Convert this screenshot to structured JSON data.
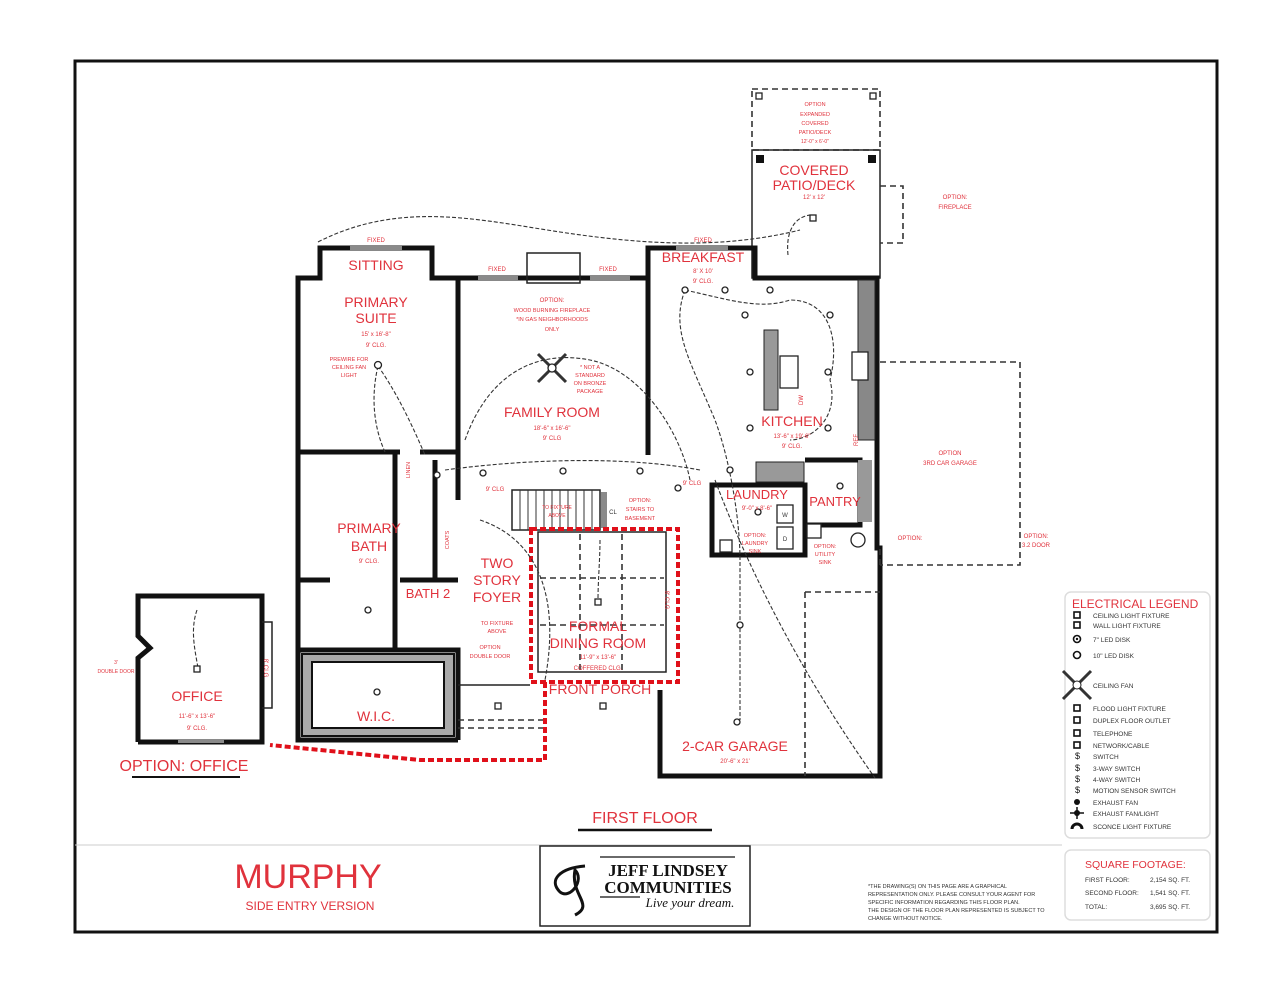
{
  "plan": {
    "title": "MURPHY",
    "subtitle": "SIDE ENTRY VERSION",
    "floor_label": "FIRST FLOOR",
    "option_office_label": "OPTION: OFFICE"
  },
  "rooms": {
    "sitting": {
      "name": "SITTING"
    },
    "primary_suite": {
      "name1": "PRIMARY",
      "name2": "SUITE",
      "dims": "15' x 16'-8\"",
      "clg": "9' CLG.",
      "note": [
        "PREWIRE FOR",
        "CEILING FAN",
        "LIGHT"
      ]
    },
    "family_room": {
      "name": "FAMILY ROOM",
      "dims": "18'-6\" x 16'-6\"",
      "clg": "9' CLG",
      "fireplace_note": [
        "OPTION:",
        "WOOD BURNING FIREPLACE",
        "*IN GAS NEIGHBORHOODS",
        "ONLY"
      ],
      "fan_note": [
        "* NOT A",
        "STANDARD",
        "ON BRONZE",
        "PACKAGE"
      ]
    },
    "breakfast": {
      "name": "BREAKFAST",
      "dims": "8' X 10'",
      "clg": "9' CLG."
    },
    "covered_patio": {
      "name1": "COVERED",
      "name2": "PATIO/DECK",
      "dims": "12' x 12'"
    },
    "expanded_patio": {
      "lines": [
        "OPTION",
        "EXPANDED",
        "COVERED",
        "PATIO/DECK",
        "12'-0\" x 6'-0\""
      ]
    },
    "patio_fireplace": {
      "lines": [
        "OPTION:",
        "FIREPLACE"
      ]
    },
    "kitchen": {
      "name": "KITCHEN",
      "dims": "13'-6\" x 19'-6\"",
      "clg": "9' CLG."
    },
    "laundry": {
      "name": "LAUNDRY",
      "dims": "9'-0\" x 8'-6\"",
      "sink_note": [
        "OPTION:",
        "LAUNDRY",
        "SINK"
      ]
    },
    "pantry": {
      "name": "PANTRY",
      "sink_note": [
        "OPTION:",
        "UTILITY",
        "SINK"
      ]
    },
    "third_garage": {
      "lines": [
        "OPTION",
        "3RD CAR GARAGE"
      ],
      "door_note": [
        "OPTION:",
        "3.2 DOOR"
      ],
      "option_note": "OPTION:"
    },
    "primary_bath": {
      "name1": "PRIMARY",
      "name2": "BATH",
      "clg": "9' CLG."
    },
    "linen": "LINEN",
    "coats": "COATS",
    "bath2": {
      "name": "BATH 2"
    },
    "foyer": {
      "name": [
        "TWO",
        "STORY",
        "FOYER"
      ],
      "fixture_note": [
        "TO FIXTURE",
        "ABOVE"
      ],
      "door_note": [
        "OPTION",
        "DOUBLE DOOR"
      ],
      "clg": "9' CLG"
    },
    "stairs": {
      "fixture_note": [
        "TO FIXTURE",
        "ABOVE"
      ],
      "closet": "CL",
      "basement_note": [
        "OPTION:",
        "STAIRS TO",
        "BASEMENT"
      ]
    },
    "kitchen_side_clg": "9' CLG",
    "dining": {
      "name1": "FORMAL",
      "name2": "DINING ROOM",
      "dims": "11'-9\" x 13'-6\"",
      "clg": "COFFERED CLG.",
      "side_clg": "8' CLG"
    },
    "front_porch": {
      "name": "FRONT PORCH"
    },
    "wic": {
      "name": "W.I.C."
    },
    "garage": {
      "name": "2-CAR GARAGE",
      "dims": "20'-6\" x 21'"
    },
    "office": {
      "name": "OFFICE",
      "dims": "11'-6\" x 13'-6\"",
      "clg": "9' CLG.",
      "side_clg": "8' CLG",
      "door_note": [
        "3'",
        "DOUBLE DOOR"
      ]
    },
    "fixed": "FIXED",
    "fridge": "REF",
    "dishwasher": "DW",
    "washer": "W",
    "dryer": "D"
  },
  "legend": {
    "title": "ELECTRICAL LEGEND",
    "items": [
      {
        "icon": "ceiling-light-fixture",
        "label": "CEILING LIGHT FIXTURE"
      },
      {
        "icon": "wall-light-fixture",
        "label": "WALL LIGHT FIXTURE"
      },
      {
        "icon": "led-disk-7",
        "label": "7\" LED DISK"
      },
      {
        "icon": "led-disk-10",
        "label": "10\" LED DISK"
      },
      {
        "icon": "ceiling-fan",
        "label": "CEILING FAN"
      },
      {
        "icon": "flood-light",
        "label": "FLOOD LIGHT FIXTURE"
      },
      {
        "icon": "duplex-floor-outlet",
        "label": "DUPLEX FLOOR OUTLET"
      },
      {
        "icon": "telephone",
        "label": "TELEPHONE"
      },
      {
        "icon": "network-cable",
        "label": "NETWORK/CABLE"
      },
      {
        "icon": "switch",
        "label": "SWITCH"
      },
      {
        "icon": "switch-3way",
        "label": "3-WAY SWITCH"
      },
      {
        "icon": "switch-4way",
        "label": "4-WAY SWITCH"
      },
      {
        "icon": "motion-switch",
        "label": "MOTION SENSOR SWITCH"
      },
      {
        "icon": "exhaust-fan",
        "label": "EXHAUST FAN"
      },
      {
        "icon": "exhaust-fan-light",
        "label": "EXHAUST FAN/LIGHT"
      },
      {
        "icon": "sconce",
        "label": "SCONCE LIGHT FIXTURE"
      }
    ]
  },
  "square_footage": {
    "title": "SQUARE FOOTAGE:",
    "rows": [
      {
        "label": "FIRST FLOOR:",
        "value": "2,154 SQ. FT."
      },
      {
        "label": "SECOND FLOOR:",
        "value": "1,541 SQ. FT."
      },
      {
        "label": "TOTAL:",
        "value": "3,695 SQ. FT."
      }
    ]
  },
  "disclaimer": [
    "*THE DRAWING(S) ON THIS PAGE ARE A GRAPHICAL",
    "REPRESENTATION ONLY. PLEASE CONSULT YOUR AGENT FOR",
    "SPECIFIC INFORMATION REGARDING THIS FLOOR PLAN.",
    "THE DESIGN OF THE FLOOR PLAN REPRESENTED IS SUBJECT TO",
    "CHANGE WITHOUT NOTICE."
  ],
  "logo": {
    "line1": "JEFF LINDSEY",
    "line2": "COMMUNITIES",
    "tagline": "Live your dream."
  },
  "colors": {
    "accent_red": "#e0323c",
    "wall": "#111111",
    "option_dash": "#e0101a"
  }
}
